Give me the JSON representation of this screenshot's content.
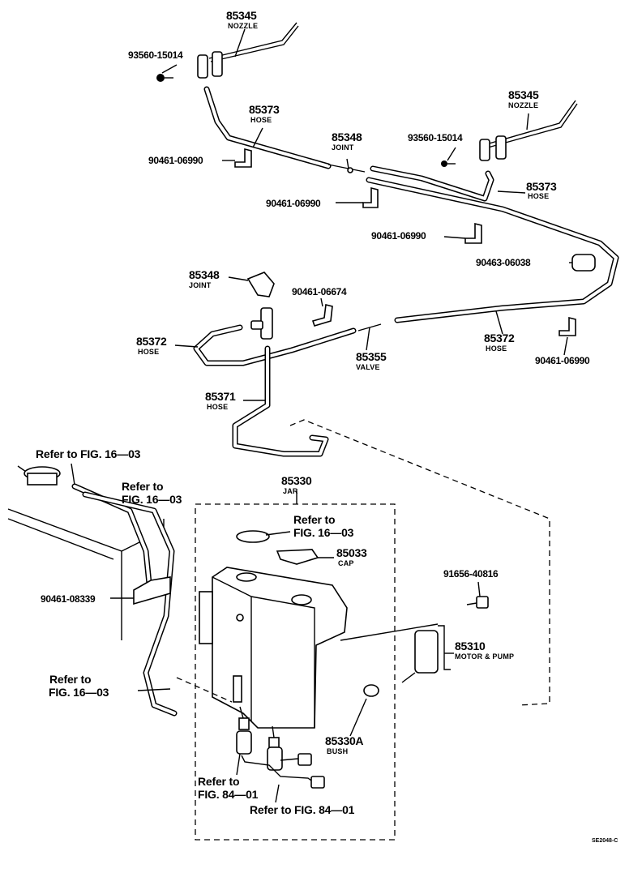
{
  "parts": {
    "nozzle_left": {
      "number": "85345",
      "caption": "NOZZLE"
    },
    "nozzle_right": {
      "number": "85345",
      "caption": "NOZZLE"
    },
    "screw_left": {
      "number": "93560-15014"
    },
    "screw_right": {
      "number": "93560-15014"
    },
    "hose_85373_left": {
      "number": "85373",
      "caption": "HOSE"
    },
    "hose_85373_right": {
      "number": "85373",
      "caption": "HOSE"
    },
    "joint_top": {
      "number": "85348",
      "caption": "JOINT"
    },
    "joint_mid": {
      "number": "85348",
      "caption": "JOINT"
    },
    "clamp_1": {
      "number": "90461-06990"
    },
    "clamp_2": {
      "number": "90461-06990"
    },
    "clamp_3": {
      "number": "90461-06990"
    },
    "clamp_4": {
      "number": "90461-06990"
    },
    "clamp_06674": {
      "number": "90461-06674"
    },
    "clip_06038": {
      "number": "90463-06038"
    },
    "hose_85372_left": {
      "number": "85372",
      "caption": "HOSE"
    },
    "hose_85372_right": {
      "number": "85372",
      "caption": "HOSE"
    },
    "valve": {
      "number": "85355",
      "caption": "VALVE"
    },
    "hose_85371": {
      "number": "85371",
      "caption": "HOSE"
    },
    "jar": {
      "number": "85330",
      "caption": "JAR"
    },
    "cap": {
      "number": "85033",
      "caption": "CAP"
    },
    "bolt": {
      "number": "91656-40816"
    },
    "motor": {
      "number": "85310",
      "caption": "MOTOR & PUMP"
    },
    "bush": {
      "number": "85330A",
      "caption": "BUSH"
    },
    "clamp_08339": {
      "number": "90461-08339"
    }
  },
  "refs": {
    "ref_a": "Refer to FIG. 16—03",
    "ref_b_1": "Refer to",
    "ref_b_2": "FIG. 16—03",
    "ref_c_1": "Refer to",
    "ref_c_2": "FIG. 16—03",
    "ref_d_1": "Refer to",
    "ref_d_2": "FIG. 16—03",
    "ref_e_1": "Refer to",
    "ref_e_2": "FIG. 84—01",
    "ref_f": "Refer to FIG. 84—01"
  },
  "footer": {
    "code": "SE2048-C"
  }
}
